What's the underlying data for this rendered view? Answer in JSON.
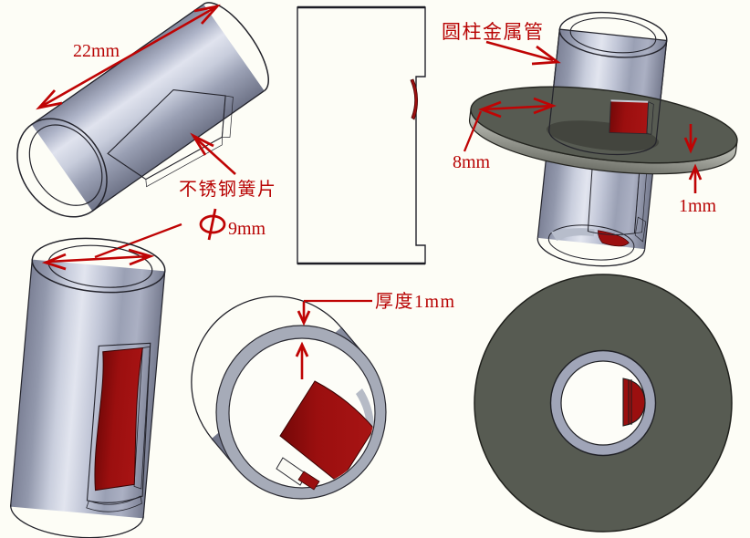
{
  "colors": {
    "background": "#fdfdf6",
    "annotation_red": "#b80404",
    "spring_red": "#9b0f0f",
    "metal_highlight": "#e2e5ef",
    "metal_shadow": "#767b8f",
    "flange_gray": "#575b52"
  },
  "annotations": {
    "tube_length": "22mm",
    "spring_label": "不锈钢簧片",
    "inner_diameter": "9mm",
    "tube_label": "圆柱金属管",
    "flange_width": "8mm",
    "flange_thickness": "1mm",
    "wall_thickness": "厚度1mm"
  }
}
